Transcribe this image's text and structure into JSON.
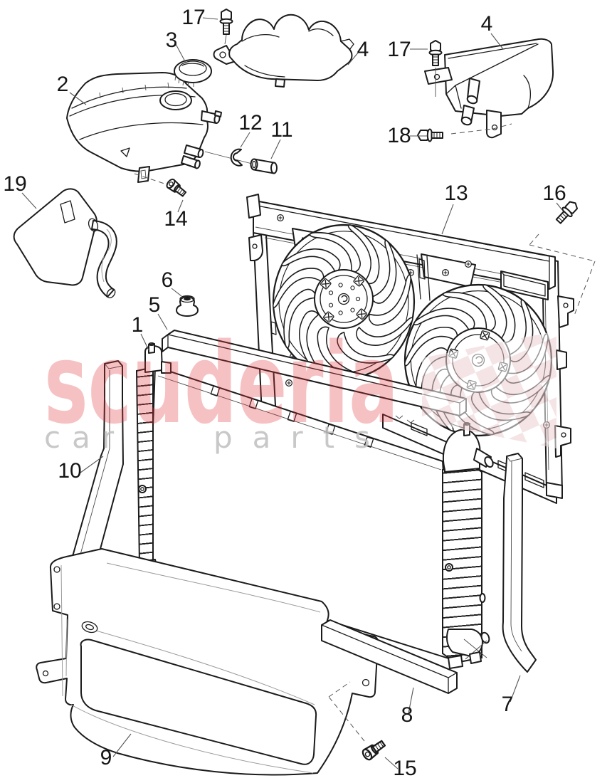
{
  "watermark": {
    "brand": "scuderia",
    "sub_left": "car",
    "sub_right": "parts",
    "brand_color": "#e4343c",
    "sub_color": "#bfbfbf",
    "checker_color": "#eccdd1"
  },
  "diagram": {
    "description": "Exploded parts diagram: radiator, cooling fan shroud, expansion tanks, brackets and fixing bolts",
    "callouts": [
      {
        "label": "17"
      },
      {
        "label": "3"
      },
      {
        "label": "4"
      },
      {
        "label": "17"
      },
      {
        "label": "4"
      },
      {
        "label": "2"
      },
      {
        "label": "12"
      },
      {
        "label": "11"
      },
      {
        "label": "18"
      },
      {
        "label": "19"
      },
      {
        "label": "14"
      },
      {
        "label": "13"
      },
      {
        "label": "16"
      },
      {
        "label": "6"
      },
      {
        "label": "5"
      },
      {
        "label": "1"
      },
      {
        "label": "10"
      },
      {
        "label": "9"
      },
      {
        "label": "8"
      },
      {
        "label": "7"
      },
      {
        "label": "15"
      }
    ]
  }
}
